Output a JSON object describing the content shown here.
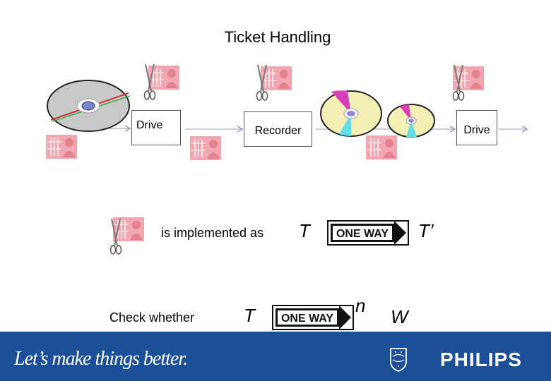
{
  "title": "Ticket Handling",
  "flow": {
    "drive_in_label": "Drive",
    "recorder_label": "Recorder",
    "drive_out_label": "Drive"
  },
  "legend": {
    "implemented_text": "is implemented as",
    "t_label": "T",
    "t_prime_label": "T’",
    "sign_text": "ONE WAY"
  },
  "check": {
    "check_text": "Check whether",
    "t_label": "T",
    "n_label": "n",
    "w_label": "W",
    "sign_text": "ONE WAY"
  },
  "footer": {
    "slogan": "Let’s make things better.",
    "brand": "PHILIPS"
  },
  "colors": {
    "footer_blue": "#1b4f98",
    "ticket_pink": "#f2a6b0",
    "disc_gray": "#c8c8c8",
    "disc_yellow": "#f3efb5",
    "arrow_gray": "#b7bfd6"
  }
}
